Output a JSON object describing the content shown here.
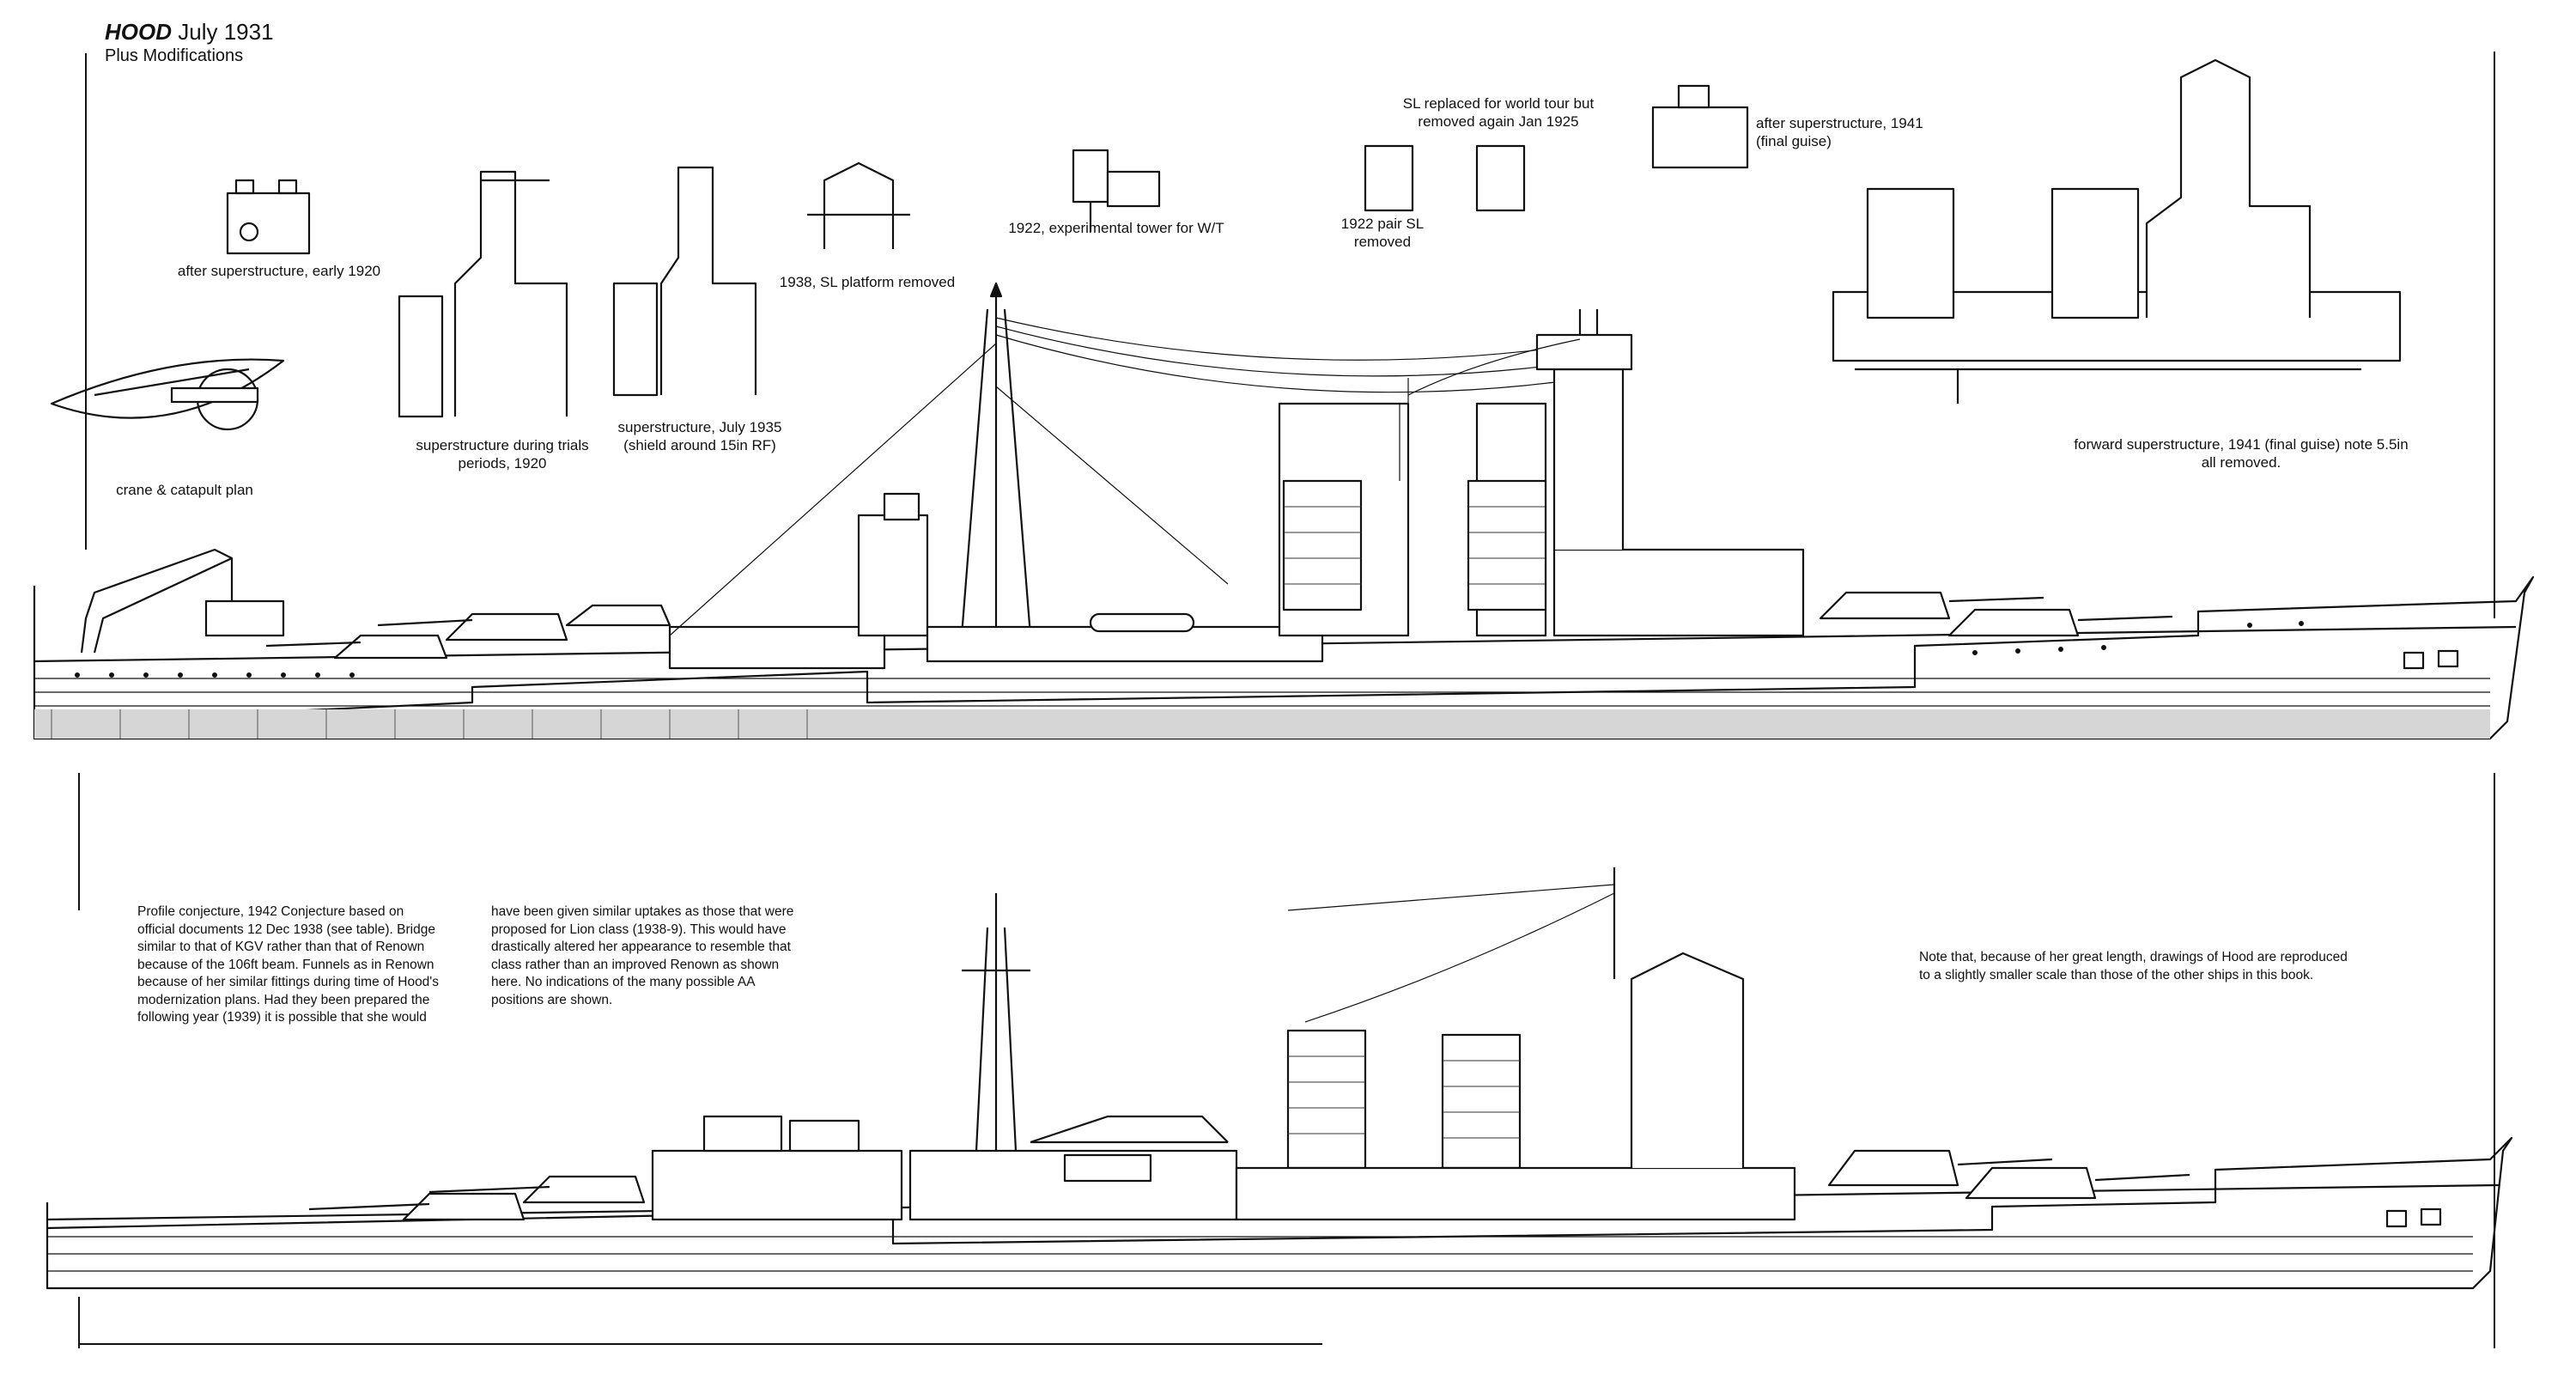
{
  "title": {
    "name": "HOOD",
    "date": "July 1931",
    "subtitle": "Plus Modifications"
  },
  "captions": {
    "after_super_1920": "after superstructure, early 1920",
    "crane_catapult": "crane & catapult plan",
    "trials_1920_l1": "superstructure during trials",
    "trials_1920_l2": "periods, 1920",
    "july_1935_l1": "superstructure, July 1935",
    "july_1935_l2": "(shield around 15in RF)",
    "sl_removed_1938": "1938, SL platform removed",
    "experimental_tower": "1922, experimental tower for W/T",
    "sl_world_tour_l1": "SL replaced for world tour but",
    "sl_world_tour_l2": "removed again Jan 1925",
    "pair_sl_1922_l1": "1922 pair SL",
    "pair_sl_1922_l2": "removed",
    "after_super_1941_l1": "after superstructure, 1941",
    "after_super_1941_l2": "(final guise)",
    "forward_super_1941_l1": "forward superstructure, 1941 (final guise) note 5.5in",
    "forward_super_1941_l2": "all removed."
  },
  "notes": {
    "conjecture_col1": [
      "Profile conjecture, 1942  Conjecture based on",
      "official documents 12 Dec 1938 (see table). Bridge",
      "similar to that of KGV rather than that of Renown",
      "because of the 106ft beam. Funnels as in Renown",
      "because of her similar fittings during time of Hood's",
      "modernization plans. Had they been prepared the",
      "following year (1939) it is possible that she would"
    ],
    "conjecture_col2": [
      "have been given similar uptakes as those that were",
      "proposed for Lion class (1938-9). This would have",
      "drastically altered her appearance to resemble that",
      "class rather than an improved Renown as shown",
      "here. No indications of the many possible AA",
      "positions are shown."
    ],
    "scale_note": [
      "Note that, because of her great length, drawings of Hood  are reproduced",
      "to a slightly smaller scale than those of the other ships in this book."
    ]
  },
  "colors": {
    "ink": "#111111",
    "paper": "#ffffff"
  }
}
